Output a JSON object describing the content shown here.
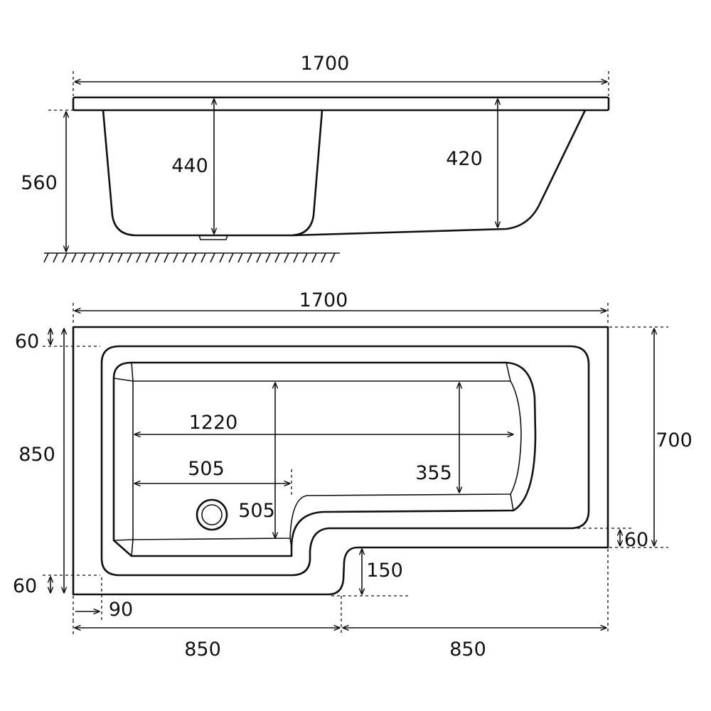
{
  "side_view": {
    "overall_length": "1700",
    "total_height": "560",
    "depth_deep_end": "440",
    "depth_shallow_end": "420"
  },
  "plan_view": {
    "overall_length": "1700",
    "overall_width": "850",
    "narrow_width": "700",
    "rim_top": "60",
    "rim_bottom_left": "60",
    "rim_right": "60",
    "inner_length": "1220",
    "shower_zone_length": "505",
    "shower_zone_width": "505",
    "inner_width_narrow": "355",
    "step_depth": "150",
    "rim_left": "90",
    "half_length_left": "850",
    "half_length_right": "850"
  }
}
